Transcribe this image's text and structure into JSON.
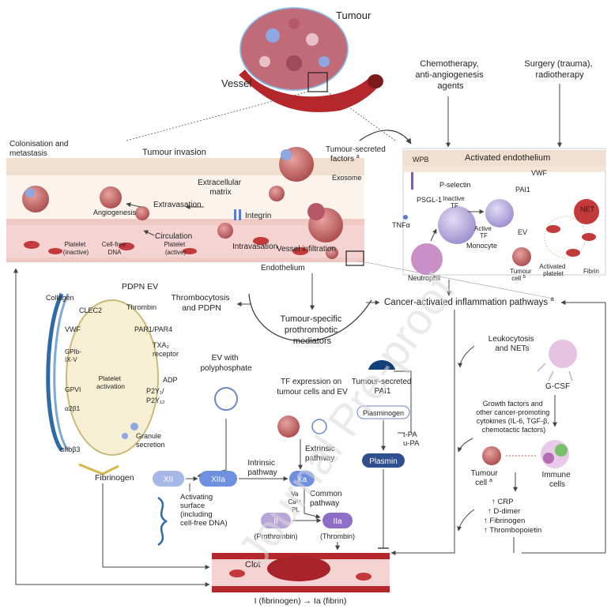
{
  "labels": {
    "tumour": "Tumour",
    "vessel": "Vessel",
    "chemo": [
      "Chemotherapy,",
      "anti-angiogenesis",
      "agents"
    ],
    "surgery": [
      "Surgery (trauma),",
      "radiotherapy"
    ],
    "colonisation": [
      "Colonisation and",
      "metastasis"
    ],
    "tumour_invasion": "Tumour invasion",
    "tumour_secreted_factors": [
      "Tumour-secreted",
      "factors"
    ],
    "tumour_secreted_factors_sup": "a",
    "exosome": "Exosome",
    "extracellular_matrix": [
      "Extracellular",
      "matrix"
    ],
    "integrin": "Integrin",
    "angiogenesis": "Angiogenesis",
    "extravasation": "Extravasation",
    "circulation": "Circulation",
    "intravasation": "Intravasation",
    "platelet_inactive": [
      "Platelet",
      "(inactive)"
    ],
    "cell_free_dna": [
      "Cell-free",
      "DNA"
    ],
    "platelet_active": [
      "Platelet",
      "(active)"
    ],
    "vessel_infiltration": "Vessel infiltration",
    "endothelium": "Endothelium",
    "activated_endothelium": "Activated endothelium",
    "wpb": "WPB",
    "p_selectin": "P-selectin",
    "vwf_top": "VWF",
    "pai1_top": "PAI1",
    "net": "NET",
    "psgl1": "PSGL-1",
    "inactive_tf": [
      "Inactive",
      "TF"
    ],
    "tnfa": "TNFα",
    "active_tf": [
      "Active",
      "TF"
    ],
    "ev_top": "EV",
    "monocyte": "Monocyte",
    "neutrophil": "Neutrophil",
    "tumour_cell_b": "Tumour",
    "tumour_cell_b2": "cell",
    "tumour_cell_b_sup": "b",
    "activated_platelet": [
      "Activated",
      "platelet"
    ],
    "fibrin_top": "Fibrin",
    "cancer_activated": "Cancer-activated inflammation pathways",
    "cancer_activated_sup": "a",
    "pdpn_ev": "PDPN EV",
    "collagen": "Collagen",
    "clec2": "CLEC2",
    "thrombin_receptor": "Thrombin",
    "par": "PAR1/PAR4",
    "txa2": [
      "TXA₂",
      "receptor"
    ],
    "adp": "ADP",
    "vwf_left": "VWF",
    "gpib": [
      "GPIb-",
      "IX-V"
    ],
    "gpvi": "GPVI",
    "a2b1": "α2β1",
    "platelet_activation": [
      "Platelet",
      "activation"
    ],
    "p2y": [
      "P2Y₁/",
      "P2Y₁₂"
    ],
    "granule": [
      "Granule",
      "secretion"
    ],
    "aiib": "αIIbβ3",
    "fibrinogen_left": "Fibrinogen",
    "thrombocytosis": [
      "Thrombocytosis",
      "and  PDPN"
    ],
    "mediators": [
      "Tumour-specific",
      "prothrombotic",
      "mediators"
    ],
    "ev_poly": [
      "EV with",
      "polyphosphate"
    ],
    "tf_expression": [
      "TF expression on",
      "tumour cells and EV"
    ],
    "tumour_pai1": [
      "Tumour-secreted",
      "PAI1"
    ],
    "plasminogen": "Plasminogen",
    "tpa": [
      "t-PA",
      "u-PA"
    ],
    "plasmin": "Plasmin",
    "xii": "XII",
    "xiia": "XIIa",
    "intrinsic": [
      "Intrinsic",
      "pathway"
    ],
    "extrinsic": [
      "Extrinsic",
      "pathway"
    ],
    "xa": "Xa",
    "cofactors": [
      "Va",
      "Ca²⁺",
      "PL"
    ],
    "common": [
      "Common",
      "pathway"
    ],
    "activating_surface": [
      "Activating",
      "surface",
      "(including",
      "cell-free DNA)"
    ],
    "ii": "II",
    "iia": "IIa",
    "prothrombin": "(Prothrombin)",
    "thrombin": "(Thrombin)",
    "clot": "Clot",
    "fibrin_bottom": "I (fibrinogen) → Ia (fibrin)",
    "leukocytosis": [
      "Leukocytosis",
      "and NETs"
    ],
    "gcsf": "G-CSF",
    "growth_factors": [
      "Growth factors and",
      "other cancer-promoting",
      "cytokines (IL-6, TGF-β,",
      "chemotactic factors)"
    ],
    "tumour_cell_a": "Tumour",
    "tumour_cell_a2": "cell",
    "tumour_cell_a_sup": "a",
    "immune_cells": [
      "Immune",
      "cells"
    ],
    "markers": [
      "↑ CRP",
      "↑ D-dimer",
      "↑ Fibrinogen",
      "↑ Thrombopoietin"
    ],
    "watermark": "Journal Pre-proof"
  },
  "colors": {
    "vessel_red": "#b5272b",
    "vessel_light": "#f6d3d3",
    "endothelium_beige": "#f1e0cf",
    "platelet_yellow": "#f7f0d4",
    "factor_blue": "#a8b8e6",
    "factor_active": "#6f8fe0",
    "plasmin_dark": "#2f4f8f",
    "thrombin_purple": "#b7a4d9",
    "tumour_cell": "#c86a6a",
    "monocyte": "#a99bd8",
    "neutrophil": "#c890c6"
  }
}
